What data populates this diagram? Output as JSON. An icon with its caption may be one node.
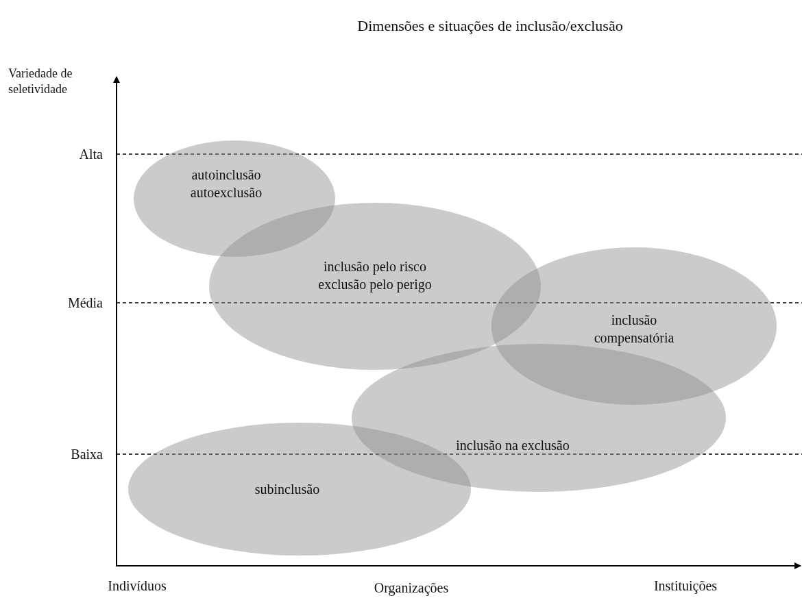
{
  "diagram": {
    "title": "Dimensões e situações de inclusão/exclusão",
    "nodes": [
      {
        "text": [
          "autoinclusão",
          "autoexclusão"
        ]
      },
      {
        "text": [
          "inclusão pelo risco",
          "exclusão pelo perigo"
        ]
      },
      {
        "text": [
          "inclusão compensatória"
        ]
      },
      {
        "text": [
          "inclusão na exclusão"
        ]
      },
      {
        "text": [
          "subinclusão"
        ]
      }
    ],
    "edges": [],
    "labels": [
      "Variedade de seletividade",
      "Alta",
      "Média",
      "Baixa",
      "Indivíduos",
      "Organizações",
      "Instituições"
    ]
  }
}
